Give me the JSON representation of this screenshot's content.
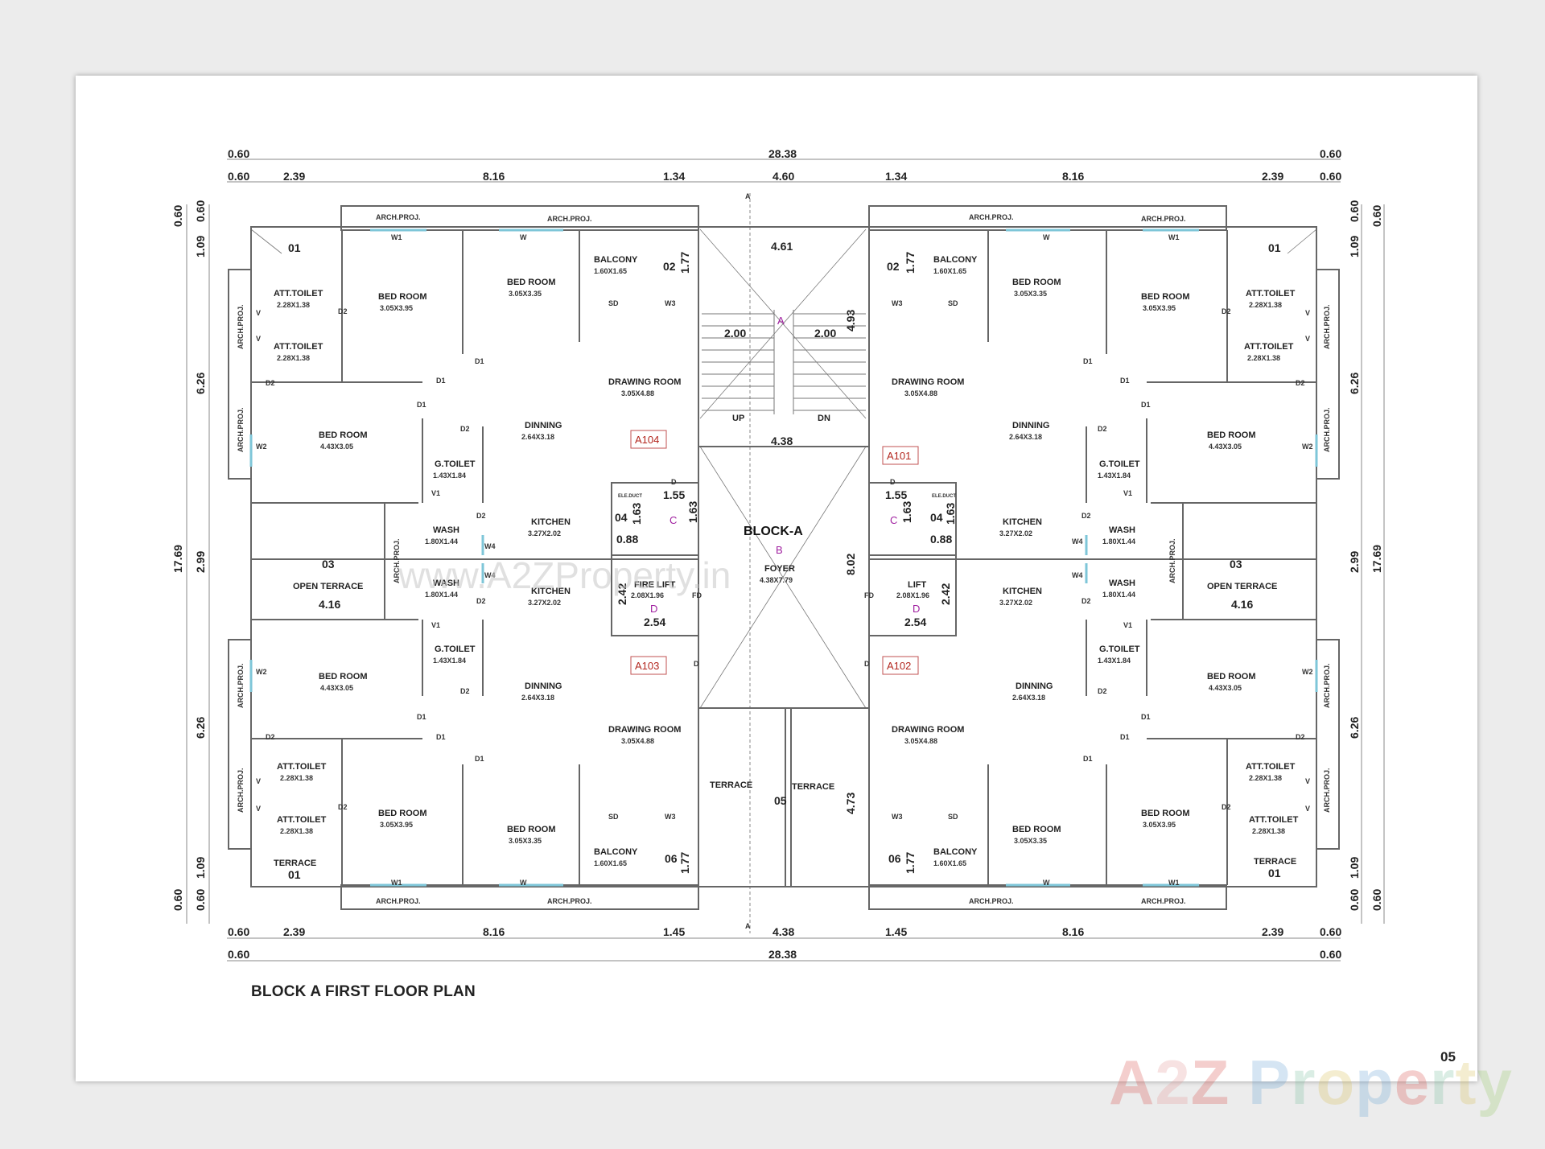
{
  "drawing": {
    "title": "BLOCK A FIRST FLOOR PLAN",
    "page_number": "05",
    "watermark_center": "www.A2ZProperty.in",
    "watermark_logo": "A2Z Property",
    "top_dims_outer": [
      "0.60",
      "28.38",
      "0.60"
    ],
    "top_dims_inner": [
      "0.60",
      "2.39",
      "8.16",
      "1.34",
      "4.60",
      "1.34",
      "8.16",
      "2.39",
      "0.60"
    ],
    "bottom_dims_inner": [
      "0.60",
      "2.39",
      "8.16",
      "1.45",
      "4.38",
      "1.45",
      "8.16",
      "2.39",
      "0.60"
    ],
    "bottom_dims_outer": [
      "0.60",
      "28.38",
      "0.60"
    ],
    "side_dims": [
      "0.60",
      "0.60",
      "1.09",
      "6.26",
      "2.99",
      "6.26",
      "1.09",
      "0.60",
      "0.60"
    ],
    "side_total": "17.69",
    "section_mark": "A"
  },
  "core": {
    "block_name": "BLOCK-A",
    "stair_width": "4.61",
    "flight_left": "2.00",
    "flight_right": "2.00",
    "stair_mark": "A",
    "up": "UP",
    "dn": "DN",
    "landing": "4.38",
    "stair_depth": "4.93",
    "foyer_mark": "B",
    "foyer": "FOYER",
    "foyer_size": "4.38X7.79",
    "foyer_height": "8.02",
    "terrace_left": "TERRACE",
    "terrace_right": "TERRACE",
    "terrace_no": "05",
    "terrace_depth": "4.73"
  },
  "flats": [
    {
      "code": "A104"
    },
    {
      "code": "A101"
    },
    {
      "code": "A103"
    },
    {
      "code": "A102"
    }
  ],
  "rooms": {
    "att_toilet": "ATT.TOILET",
    "att_toilet_size": "2.28X1.38",
    "bed_room": "BED ROOM",
    "bed_a": "3.05X3.95",
    "bed_b": "3.05X3.35",
    "bed_c": "4.43X3.05",
    "balcony": "BALCONY",
    "balcony_size": "1.60X1.65",
    "drawing_room": "DRAWING ROOM",
    "drawing_size": "3.05X4.88",
    "dinning": "DINNING",
    "dinning_size": "2.64X3.18",
    "g_toilet": "G.TOILET",
    "g_toilet_size": "1.43X1.84",
    "wash": "WASH",
    "wash_size": "1.80X1.44",
    "kitchen": "KITCHEN",
    "kitchen_size": "3.27X2.02",
    "open_terrace": "OPEN TERRACE",
    "open_terrace_dim": "4.16",
    "terrace": "TERRACE",
    "arch_proj": "ARCH.PROJ.",
    "fire_lift": "FIRE LIFT",
    "lift": "LIFT",
    "lift_size": "2.08X1.96",
    "lift_mark": "D",
    "lift_w": "2.54",
    "lift_h": "2.42",
    "duct": "ELE.DUCT",
    "duct_no": "04",
    "duct_w": "0.88",
    "duct_h": "1.63",
    "c_mark": "C",
    "c_w": "1.55",
    "c_h": "1.63",
    "balc_dim": "1.77",
    "num_01": "01",
    "num_02": "02",
    "num_03": "03",
    "num_06": "06",
    "d": "D",
    "d1": "D1",
    "d2": "D2",
    "w": "W",
    "w1": "W1",
    "w2": "W2",
    "w3": "W3",
    "w4": "W4",
    "v": "V",
    "v1": "V1",
    "sd": "SD",
    "fd": "FD"
  }
}
